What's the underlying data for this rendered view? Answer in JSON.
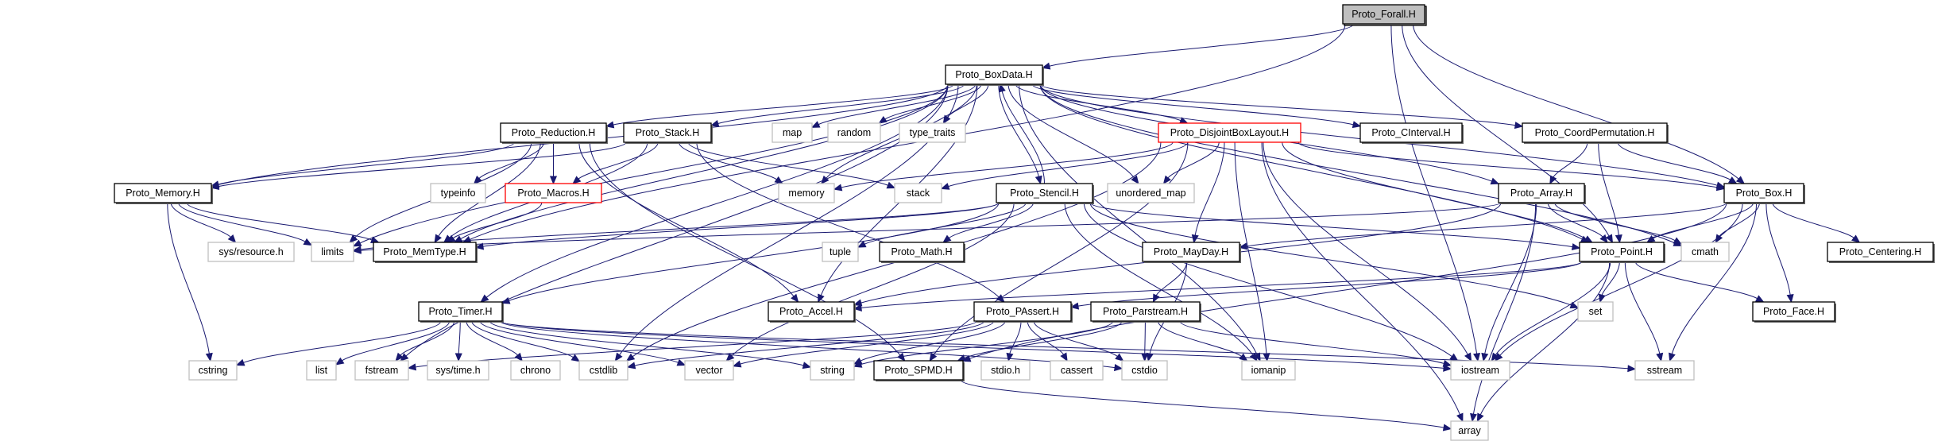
{
  "diagram": {
    "title": "Proto_Forall.H include dependency graph",
    "colors": {
      "edge": "#191970",
      "root_fill": "#bfbfbf",
      "project_border": "#000000",
      "system_border": "#bfbfbf",
      "incomplete_border": "#ff0000"
    },
    "nodes": [
      {
        "id": "forall",
        "label": "Proto_Forall.H",
        "kind": "root"
      },
      {
        "id": "boxdata",
        "label": "Proto_BoxData.H",
        "kind": "project"
      },
      {
        "id": "reduction",
        "label": "Proto_Reduction.H",
        "kind": "project"
      },
      {
        "id": "stackh",
        "label": "Proto_Stack.H",
        "kind": "project"
      },
      {
        "id": "map",
        "label": "map",
        "kind": "system"
      },
      {
        "id": "random",
        "label": "random",
        "kind": "system"
      },
      {
        "id": "type_traits",
        "label": "type_traits",
        "kind": "system"
      },
      {
        "id": "dbl",
        "label": "Proto_DisjointBoxLayout.H",
        "kind": "red"
      },
      {
        "id": "cinterval",
        "label": "Proto_CInterval.H",
        "kind": "project"
      },
      {
        "id": "coordperm",
        "label": "Proto_CoordPermutation.H",
        "kind": "project"
      },
      {
        "id": "memoryh",
        "label": "Proto_Memory.H",
        "kind": "project"
      },
      {
        "id": "typeinfo",
        "label": "typeinfo",
        "kind": "system"
      },
      {
        "id": "macros",
        "label": "Proto_Macros.H",
        "kind": "red"
      },
      {
        "id": "memory",
        "label": "memory",
        "kind": "system"
      },
      {
        "id": "stack",
        "label": "stack",
        "kind": "system"
      },
      {
        "id": "stencil",
        "label": "Proto_Stencil.H",
        "kind": "project"
      },
      {
        "id": "unordered_map",
        "label": "unordered_map",
        "kind": "system"
      },
      {
        "id": "arrayh",
        "label": "Proto_Array.H",
        "kind": "project"
      },
      {
        "id": "box",
        "label": "Proto_Box.H",
        "kind": "project"
      },
      {
        "id": "sysresource",
        "label": "sys/resource.h",
        "kind": "system"
      },
      {
        "id": "limits",
        "label": "limits",
        "kind": "system"
      },
      {
        "id": "memtype",
        "label": "Proto_MemType.H",
        "kind": "project"
      },
      {
        "id": "tuple",
        "label": "tuple",
        "kind": "system"
      },
      {
        "id": "math",
        "label": "Proto_Math.H",
        "kind": "project"
      },
      {
        "id": "mayday",
        "label": "Proto_MayDay.H",
        "kind": "project"
      },
      {
        "id": "point",
        "label": "Proto_Point.H",
        "kind": "project"
      },
      {
        "id": "cmath",
        "label": "cmath",
        "kind": "system"
      },
      {
        "id": "centering",
        "label": "Proto_Centering.H",
        "kind": "project"
      },
      {
        "id": "timer",
        "label": "Proto_Timer.H",
        "kind": "project"
      },
      {
        "id": "accel",
        "label": "Proto_Accel.H",
        "kind": "project"
      },
      {
        "id": "passert",
        "label": "Proto_PAssert.H",
        "kind": "project"
      },
      {
        "id": "parstream",
        "label": "Proto_Parstream.H",
        "kind": "project"
      },
      {
        "id": "set",
        "label": "set",
        "kind": "system"
      },
      {
        "id": "face",
        "label": "Proto_Face.H",
        "kind": "project"
      },
      {
        "id": "cstring",
        "label": "cstring",
        "kind": "system"
      },
      {
        "id": "list",
        "label": "list",
        "kind": "system"
      },
      {
        "id": "fstream",
        "label": "fstream",
        "kind": "system"
      },
      {
        "id": "systime",
        "label": "sys/time.h",
        "kind": "system"
      },
      {
        "id": "chrono",
        "label": "chrono",
        "kind": "system"
      },
      {
        "id": "cstdlib",
        "label": "cstdlib",
        "kind": "system"
      },
      {
        "id": "vector",
        "label": "vector",
        "kind": "system"
      },
      {
        "id": "string",
        "label": "string",
        "kind": "system"
      },
      {
        "id": "spmd",
        "label": "Proto_SPMD.H",
        "kind": "project"
      },
      {
        "id": "stdioh",
        "label": "stdio.h",
        "kind": "system"
      },
      {
        "id": "cassert",
        "label": "cassert",
        "kind": "system"
      },
      {
        "id": "cstdio",
        "label": "cstdio",
        "kind": "system"
      },
      {
        "id": "iomanip",
        "label": "iomanip",
        "kind": "system"
      },
      {
        "id": "iostream",
        "label": "iostream",
        "kind": "system"
      },
      {
        "id": "sstream",
        "label": "sstream",
        "kind": "system"
      },
      {
        "id": "array",
        "label": "array",
        "kind": "system"
      }
    ],
    "edges": [
      [
        "forall",
        "boxdata"
      ],
      [
        "forall",
        "memtype"
      ],
      [
        "forall",
        "box"
      ],
      [
        "forall",
        "point"
      ],
      [
        "forall",
        "iostream"
      ],
      [
        "boxdata",
        "reduction"
      ],
      [
        "boxdata",
        "stackh"
      ],
      [
        "boxdata",
        "map"
      ],
      [
        "boxdata",
        "random"
      ],
      [
        "boxdata",
        "type_traits"
      ],
      [
        "boxdata",
        "dbl"
      ],
      [
        "boxdata",
        "cinterval"
      ],
      [
        "boxdata",
        "coordperm"
      ],
      [
        "boxdata",
        "memoryh"
      ],
      [
        "boxdata",
        "memory"
      ],
      [
        "boxdata",
        "stencil"
      ],
      [
        "boxdata",
        "unordered_map"
      ],
      [
        "boxdata",
        "arrayh"
      ],
      [
        "boxdata",
        "box"
      ],
      [
        "boxdata",
        "limits"
      ],
      [
        "boxdata",
        "memtype"
      ],
      [
        "boxdata",
        "timer"
      ],
      [
        "boxdata",
        "accel"
      ],
      [
        "boxdata",
        "cmath"
      ],
      [
        "boxdata",
        "fstream"
      ],
      [
        "boxdata",
        "cstdlib"
      ],
      [
        "boxdata",
        "iomanip"
      ],
      [
        "boxdata",
        "point"
      ],
      [
        "reduction",
        "typeinfo"
      ],
      [
        "reduction",
        "macros"
      ],
      [
        "reduction",
        "memoryh"
      ],
      [
        "reduction",
        "limits"
      ],
      [
        "reduction",
        "memtype"
      ],
      [
        "reduction",
        "accel"
      ],
      [
        "reduction",
        "spmd"
      ],
      [
        "stackh",
        "memory"
      ],
      [
        "stackh",
        "stack"
      ],
      [
        "stackh",
        "macros"
      ],
      [
        "stackh",
        "memtype"
      ],
      [
        "stackh",
        "memoryh"
      ],
      [
        "stackh",
        "passert"
      ],
      [
        "dbl",
        "memory"
      ],
      [
        "dbl",
        "stack"
      ],
      [
        "dbl",
        "unordered_map"
      ],
      [
        "dbl",
        "box"
      ],
      [
        "dbl",
        "point"
      ],
      [
        "dbl",
        "mayday"
      ],
      [
        "dbl",
        "iostream"
      ],
      [
        "dbl",
        "iomanip"
      ],
      [
        "dbl",
        "array"
      ],
      [
        "dbl",
        "spmd"
      ],
      [
        "dbl",
        "cstdlib"
      ],
      [
        "coordperm",
        "arrayh"
      ],
      [
        "coordperm",
        "box"
      ],
      [
        "coordperm",
        "point"
      ],
      [
        "memoryh",
        "sysresource"
      ],
      [
        "memoryh",
        "limits"
      ],
      [
        "memoryh",
        "memtype"
      ],
      [
        "memoryh",
        "cstring"
      ],
      [
        "macros",
        "memtype"
      ],
      [
        "stencil",
        "boxdata"
      ],
      [
        "stencil",
        "tuple"
      ],
      [
        "stencil",
        "math"
      ],
      [
        "stencil",
        "memtype"
      ],
      [
        "stencil",
        "limits"
      ],
      [
        "stencil",
        "timer"
      ],
      [
        "stencil",
        "vector"
      ],
      [
        "stencil",
        "point"
      ],
      [
        "stencil",
        "set"
      ],
      [
        "stencil",
        "iostream"
      ],
      [
        "stencil",
        "iomanip"
      ],
      [
        "arrayh",
        "point"
      ],
      [
        "arrayh",
        "cmath"
      ],
      [
        "arrayh",
        "iostream"
      ],
      [
        "arrayh",
        "array"
      ],
      [
        "arrayh",
        "accel"
      ],
      [
        "arrayh",
        "limits"
      ],
      [
        "box",
        "point"
      ],
      [
        "box",
        "cmath"
      ],
      [
        "box",
        "centering"
      ],
      [
        "box",
        "face"
      ],
      [
        "box",
        "iostream"
      ],
      [
        "box",
        "sstream"
      ],
      [
        "box",
        "mayday"
      ],
      [
        "box",
        "spmd"
      ],
      [
        "mayday",
        "parstream"
      ],
      [
        "mayday",
        "cstdio"
      ],
      [
        "point",
        "accel"
      ],
      [
        "point",
        "passert"
      ],
      [
        "point",
        "set"
      ],
      [
        "point",
        "face"
      ],
      [
        "point",
        "iostream"
      ],
      [
        "point",
        "sstream"
      ],
      [
        "point",
        "array"
      ],
      [
        "timer",
        "cstring"
      ],
      [
        "timer",
        "list"
      ],
      [
        "timer",
        "fstream"
      ],
      [
        "timer",
        "systime"
      ],
      [
        "timer",
        "chrono"
      ],
      [
        "timer",
        "cstdlib"
      ],
      [
        "timer",
        "vector"
      ],
      [
        "timer",
        "string"
      ],
      [
        "timer",
        "cstdio"
      ],
      [
        "timer",
        "iostream"
      ],
      [
        "timer",
        "sstream"
      ],
      [
        "passert",
        "cstdlib"
      ],
      [
        "passert",
        "vector"
      ],
      [
        "passert",
        "string"
      ],
      [
        "passert",
        "stdioh"
      ],
      [
        "passert",
        "cassert"
      ],
      [
        "passert",
        "cstdio"
      ],
      [
        "passert",
        "fstream"
      ],
      [
        "parstream",
        "string"
      ],
      [
        "parstream",
        "spmd"
      ],
      [
        "parstream",
        "iomanip"
      ],
      [
        "parstream",
        "iostream"
      ],
      [
        "parstream",
        "cstdio"
      ],
      [
        "spmd",
        "array"
      ]
    ]
  }
}
